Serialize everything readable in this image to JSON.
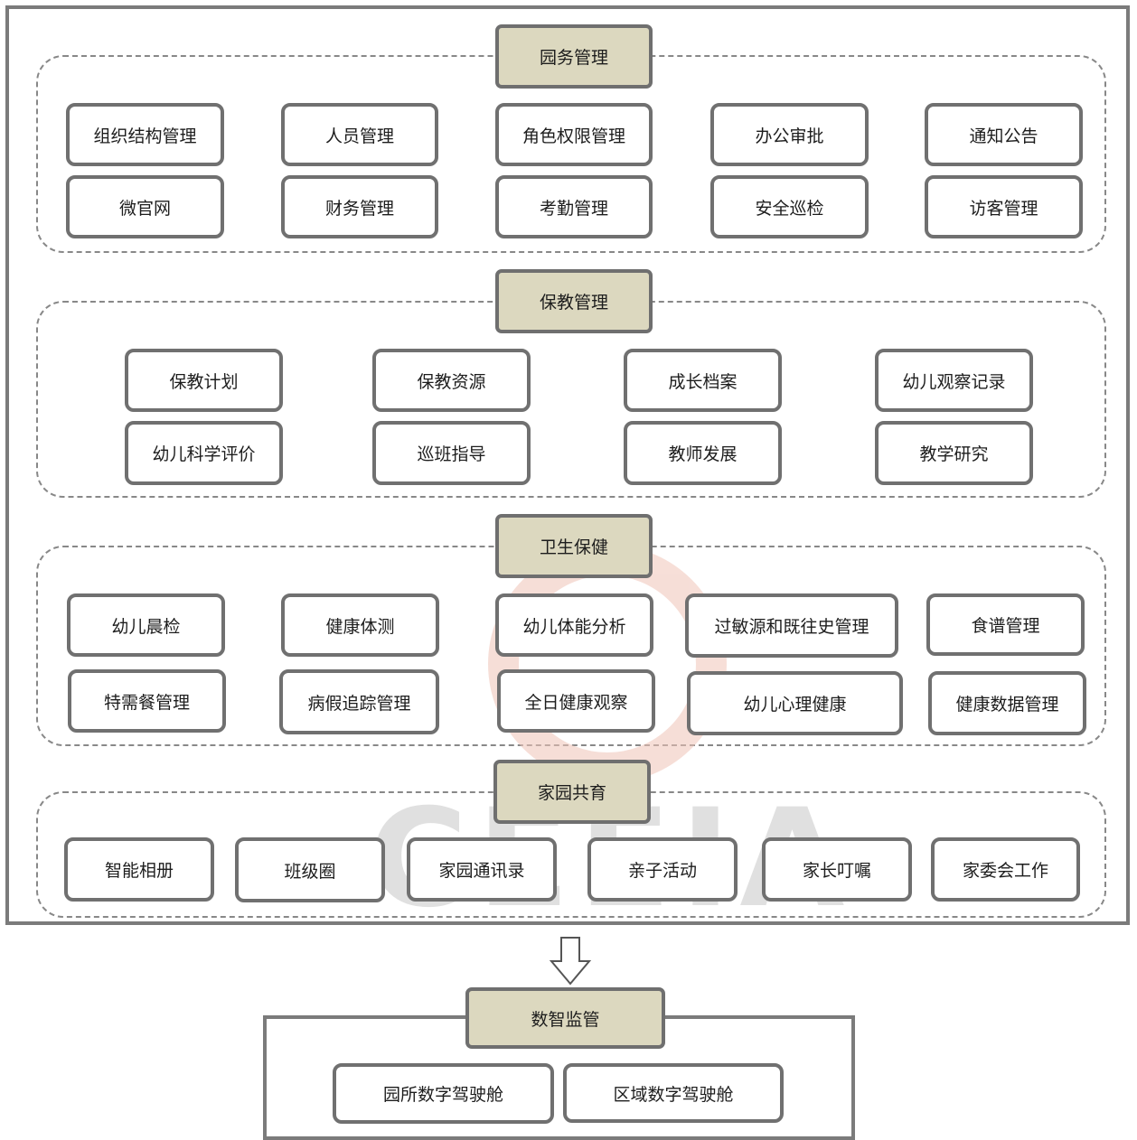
{
  "sections": [
    {
      "title": "园务管理",
      "items": [
        "组织结构管理",
        "人员管理",
        "角色权限管理",
        "办公审批",
        "通知公告",
        "微官网",
        "财务管理",
        "考勤管理",
        "安全巡检",
        "访客管理"
      ]
    },
    {
      "title": "保教管理",
      "items": [
        "保教计划",
        "保教资源",
        "成长档案",
        "幼儿观察记录",
        "幼儿科学评价",
        "巡班指导",
        "教师发展",
        "教学研究"
      ]
    },
    {
      "title": "卫生保健",
      "items": [
        "幼儿晨检",
        "健康体测",
        "幼儿体能分析",
        "过敏源和既往史管理",
        "食谱管理",
        "特需餐管理",
        "病假追踪管理",
        "全日健康观察",
        "幼儿心理健康",
        "健康数据管理"
      ]
    },
    {
      "title": "家园共育",
      "items": [
        "智能相册",
        "班级圈",
        "家园通讯录",
        "亲子活动",
        "家长叮嘱",
        "家委会工作"
      ]
    }
  ],
  "supervision": {
    "title": "数智监管",
    "items": [
      "园所数字驾驶舱",
      "区域数字驾驶舱"
    ]
  },
  "watermark": {
    "text": "CEEIA",
    "color": "#cccccc",
    "logo_color": "#f3d3cc"
  },
  "colors": {
    "title_fill": "#dcd8bf",
    "border": "#707070"
  }
}
